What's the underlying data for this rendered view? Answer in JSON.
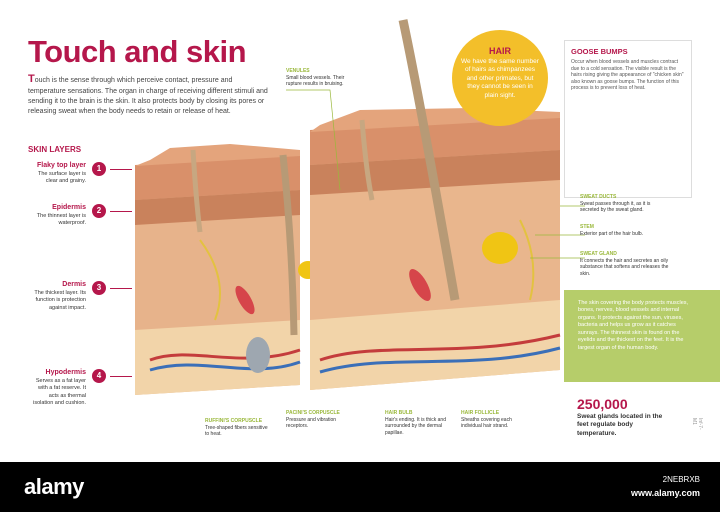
{
  "header": {
    "title": "Touch and skin",
    "intro_first_letter": "T",
    "intro": "ouch is the sense through which perceive contact, pressure and temperature sensations. The organ in charge of receiving different stimuli and sending it to the brain is the skin. It also protects body by closing its pores or releasing sweat when the body needs to retain or release of heat."
  },
  "skin_layers": {
    "heading": "SKIN LAYERS",
    "items": [
      {
        "number": "1",
        "name": "Flaky top layer",
        "desc": "The surface layer is clear and grainy."
      },
      {
        "number": "2",
        "name": "Epidermis",
        "desc": "The thinnest layer is waterproof."
      },
      {
        "number": "3",
        "name": "Dermis",
        "desc": "The thickest layer. Its function is protection against impact."
      },
      {
        "number": "4",
        "name": "Hypodermis",
        "desc": "Serves as a fat layer with a fat reserve. It acts as thermal isolation and cushion."
      }
    ]
  },
  "hair_box": {
    "title": "HAIR",
    "text": "We have the same number of hairs as chimpanzees and other primates, but they cannot be seen in plain sight."
  },
  "goose_bumps": {
    "title": "GOOSE BUMPS",
    "text": "Occur when blood vessels and muscles contract due to a cold sensation. The visible result is the hairs rising giving the appearance of \"chicken skin\" also known as goose bumps. The function of this process is to prevent loss of heat."
  },
  "callouts": {
    "venules": {
      "title": "VENULES",
      "text": "Small blood vessels. Their rupture results in bruising."
    },
    "sweat_ducts": {
      "title": "SWEAT DUCTS",
      "text": "Sweat passes through it, as it is secreted by the sweat gland."
    },
    "stem": {
      "title": "STEM",
      "text": "Exterior part of the hair bulb."
    },
    "sweat_gland": {
      "title": "SWEAT GLAND",
      "text": "It connects the hair and secretes an oily substance that softens and releases the skin."
    },
    "ruffinis": {
      "title": "RUFFINI'S CORPUSCLE",
      "text": "Tree-shaped fibers sensitive to heat."
    },
    "pacinis": {
      "title": "PACINI'S CORPUSCLE",
      "text": "Pressure and vibration receptors."
    },
    "hair_bulb": {
      "title": "HAIR BULB",
      "text": "Hair's ending. It is thick and surrounded by the dermal papillae."
    },
    "hair_follicle": {
      "title": "HAIR FOLLICLE",
      "text": "Sheaths covering each individual hair strand."
    }
  },
  "green_panel": {
    "text": "The skin covering the body protects muscles, bones, nerves, blood vessels and internal organs. It protects against the sun, viruses, bacteria and helps us grow as it catches sunrays. The thinnest skin is found on the eyelids and the thickest on the feet. It is the largest organ of the human body."
  },
  "stat": {
    "number": "250,000",
    "text": "Sweat glands located in the feet regulate body temperature."
  },
  "side_code": "Inf-7-M1",
  "footer": {
    "logo": "alamy",
    "image_id": "2NEBRXB",
    "url": "www.alamy.com"
  },
  "colors": {
    "accent": "#b5174b",
    "yellow": "#f3bf2a",
    "green": "#b6cd6a",
    "skin": "#e8b48a"
  }
}
